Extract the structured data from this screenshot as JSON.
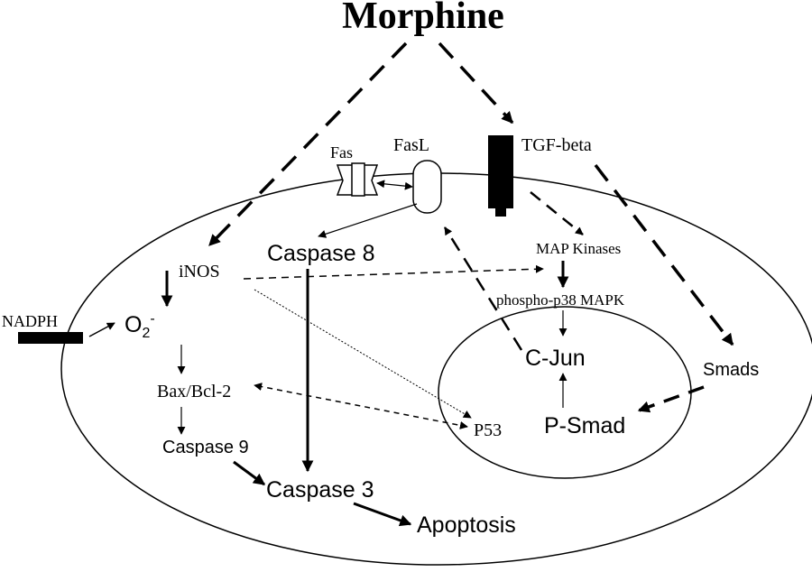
{
  "title": "Morphine",
  "labels": {
    "fas": "Fas",
    "fasl": "FasL",
    "tgf_beta": "TGF-beta",
    "inos": "iNOS",
    "caspase8": "Caspase 8",
    "map_kinases": "MAP Kinases",
    "phospho_p38": "phospho-p38 MAPK",
    "nadph": "NADPH",
    "o2_base": "O",
    "o2_sub": "2",
    "o2_sup": "-",
    "bax_bcl2": "Bax/Bcl-2",
    "c_jun": "C-Jun",
    "smads": "Smads",
    "p53": "P53",
    "p_smad": "P-Smad",
    "caspase9": "Caspase 9",
    "caspase3": "Caspase 3",
    "apoptosis": "Apoptosis"
  },
  "colors": {
    "ink": "#000000",
    "background": "#ffffff"
  }
}
